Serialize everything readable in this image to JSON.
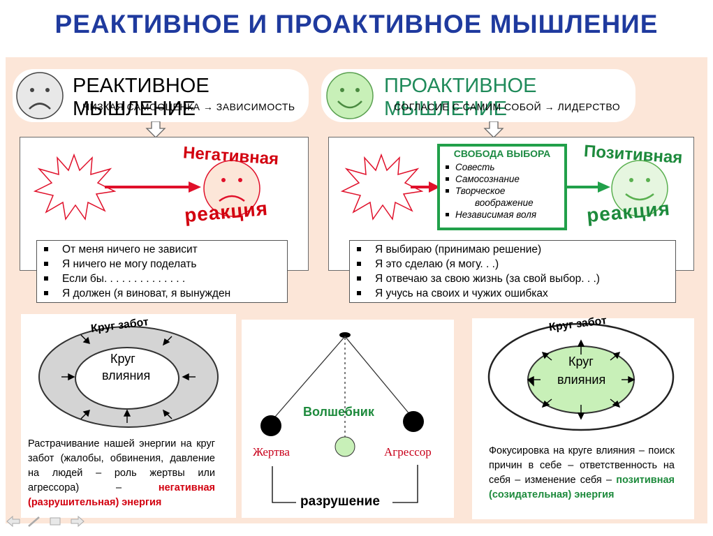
{
  "title": "РЕАКТИВНОЕ  И  ПРОАКТИВНОЕ  МЫШЛЕНИЕ",
  "reactive": {
    "title": "РЕАКТИВНОЕ МЫШЛЕНИЕ",
    "subtitle_left": "НИЗКАЯ САМООЦЕНКА",
    "subtitle_arrow": "→",
    "subtitle_right": "ЗАВИСИМОСТЬ",
    "reaction_top": "Негативная",
    "reaction_bottom": "реакция",
    "statements": [
      "От меня ничего не зависит",
      "Я ничего не могу поделать",
      "Если бы. . . . . . . . . . . . . .",
      "Я должен (я виноват, я вынужден"
    ]
  },
  "proactive": {
    "title": "ПРОАКТИВНОЕ МЫШЛЕНИЕ",
    "subtitle_left": "СОГЛАСИЕ С САМИМ СОБОЙ",
    "subtitle_arrow": "→",
    "subtitle_right": "ЛИДЕРСТВО",
    "freedom_title": "СВОБОДА ВЫБОРА",
    "freedom_items": [
      "Совесть",
      "Самосознание",
      "Творческое",
      "воображение",
      "Независимая воля"
    ],
    "reaction_top": "Позитивная",
    "reaction_bottom": "реакция",
    "statements": [
      "Я выбираю (принимаю решение)",
      "Я это сделаю (я могу. . .)",
      "Я отвечаю за свою жизнь (за свой выбор. . .)",
      "Я учусь на своих и чужих ошибках"
    ]
  },
  "left_diagram": {
    "outer_label": "Круг забот",
    "inner_label_1": "Круг",
    "inner_label_2": "влияния",
    "caption_plain": "Растрачивание нашей энергии на круг забот (жалобы, обвинения, давление на людей – роль жертвы или агрессора) –",
    "caption_highlight": "негативная (разрушительная) энергия"
  },
  "middle_diagram": {
    "center_label": "Волшебник",
    "left_label": "Жертва",
    "right_label": "Агрессор",
    "bottom_label": "разрушение"
  },
  "right_diagram": {
    "outer_label": "Круг забот",
    "inner_label_1": "Круг",
    "inner_label_2": "влияния",
    "caption_plain": "Фокусировка на круге влияния – поиск причин в себе – ответственность на себя – изменение себя –",
    "caption_highlight": "позитивная (созидательная) энергия"
  },
  "colors": {
    "title_blue": "#1f3a9e",
    "panel_bg": "#fce6d8",
    "negative_red": "#d2000f",
    "positive_green": "#1d8a3c",
    "sad_face": "#e8e8e8",
    "happy_face": "#c8f0b8"
  },
  "nav": {
    "icons": [
      "prev-icon",
      "pen-icon",
      "menu-icon",
      "next-icon"
    ]
  }
}
